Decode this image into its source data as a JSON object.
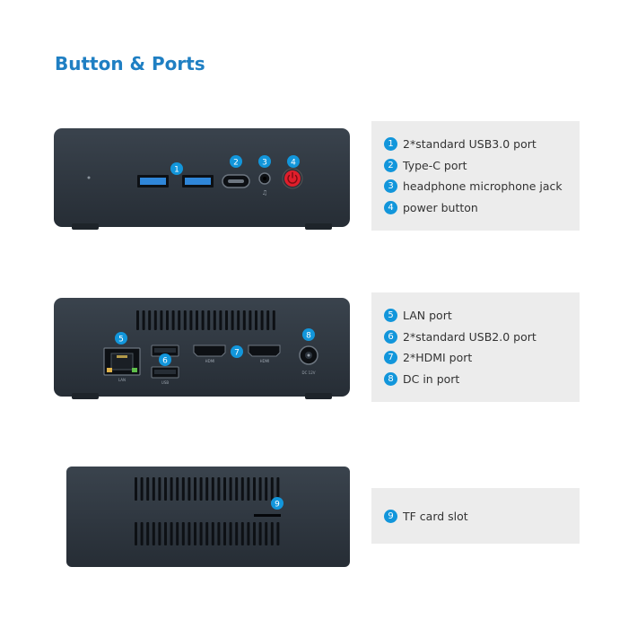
{
  "title": "Button & Ports",
  "colors": {
    "accent": "#1f7fc3",
    "badge": "#1296db",
    "device": "#2c343d",
    "panel": "#ececec"
  },
  "panels": [
    {
      "items": [
        {
          "num": "1",
          "label": "2*standard USB3.0 port"
        },
        {
          "num": "2",
          "label": "Type-C port"
        },
        {
          "num": "3",
          "label": "headphone microphone jack"
        },
        {
          "num": "4",
          "label": "power button"
        }
      ]
    },
    {
      "items": [
        {
          "num": "5",
          "label": "LAN port"
        },
        {
          "num": "6",
          "label": "2*standard USB2.0 port"
        },
        {
          "num": "7",
          "label": "2*HDMI port"
        },
        {
          "num": "8",
          "label": "DC in port"
        }
      ]
    },
    {
      "items": [
        {
          "num": "9",
          "label": "TF card slot"
        }
      ]
    }
  ],
  "device_markers": [
    "1",
    "2",
    "3",
    "4",
    "5",
    "6",
    "7",
    "8",
    "9"
  ],
  "port_labels": {
    "hdmi": "HDMI",
    "lan": "LAN",
    "usb": "USB",
    "dc": "DC 12V"
  }
}
